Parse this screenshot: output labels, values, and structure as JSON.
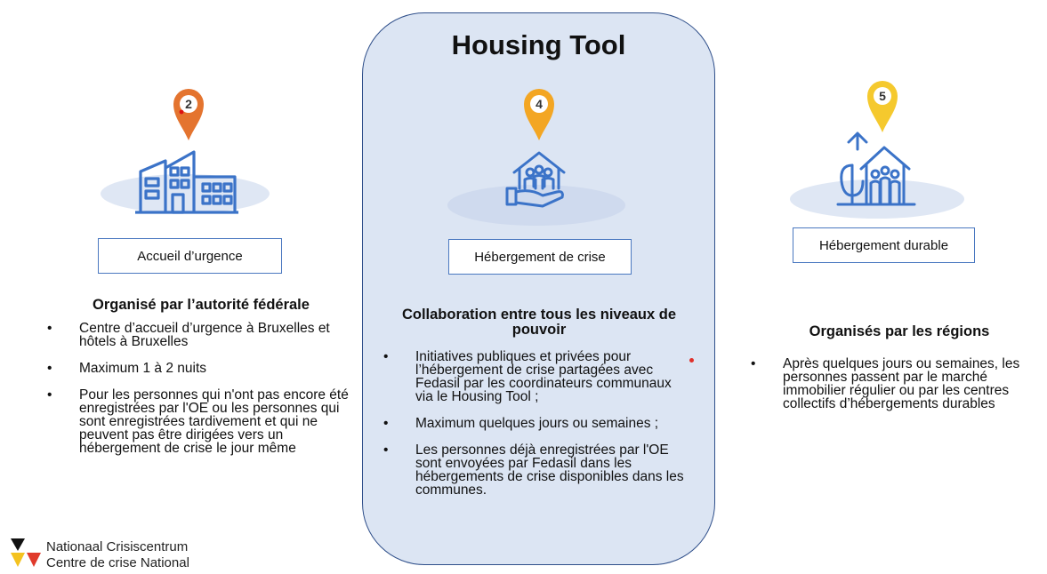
{
  "title": "Housing Tool",
  "columns": [
    {
      "pin_number": "2",
      "pin_color": "#e4742f",
      "icon": "building-icon",
      "label": "Accueil d’urgence",
      "heading": "Organisé par l’autorité fédérale",
      "bullets": [
        "Centre d’accueil d’urgence à Bruxelles et hôtels à Bruxelles",
        "Maximum 1 à 2 nuits",
        "Pour les personnes qui n'ont pas encore été enregistrées par l'OE ou les personnes qui sont enregistrées tardivement et qui ne peuvent pas être dirigées vers un hébergement de crise le jour même"
      ]
    },
    {
      "pin_number": "4",
      "pin_color": "#f3a623",
      "icon": "house-in-hand-icon",
      "label": "Hébergement de crise",
      "heading": "Collaboration entre tous les niveaux de pouvoir",
      "bullets": [
        "Initiatives publiques et privées pour l’hébergement de crise partagées avec Fedasil par les coordinateurs communaux via le Housing Tool ;",
        "Maximum quelques jours ou semaines ;",
        "Les personnes déjà enregistrées par l'OE sont envoyées par Fedasil dans les hébergements de crise disponibles dans les communes."
      ]
    },
    {
      "pin_number": "5",
      "pin_color": "#f5c92e",
      "icon": "family-house-icon",
      "label": "Hébergement durable",
      "heading": "Organisés par les régions",
      "bullets": [
        "Après quelques jours ou semaines, les personnes passent par le marché immobilier régulier ou par les centres collectifs d’hébergements durables"
      ]
    }
  ],
  "logo": {
    "line1": "Nationaal Crisiscentrum",
    "line2": "Centre de crise National",
    "icon": "crisis-centre-logo-icon"
  },
  "colors": {
    "panel_fill": "#dce5f3",
    "panel_border": "#2f4f8a",
    "icon_blue": "#3b73c8",
    "box_border": "#4a78c0"
  }
}
